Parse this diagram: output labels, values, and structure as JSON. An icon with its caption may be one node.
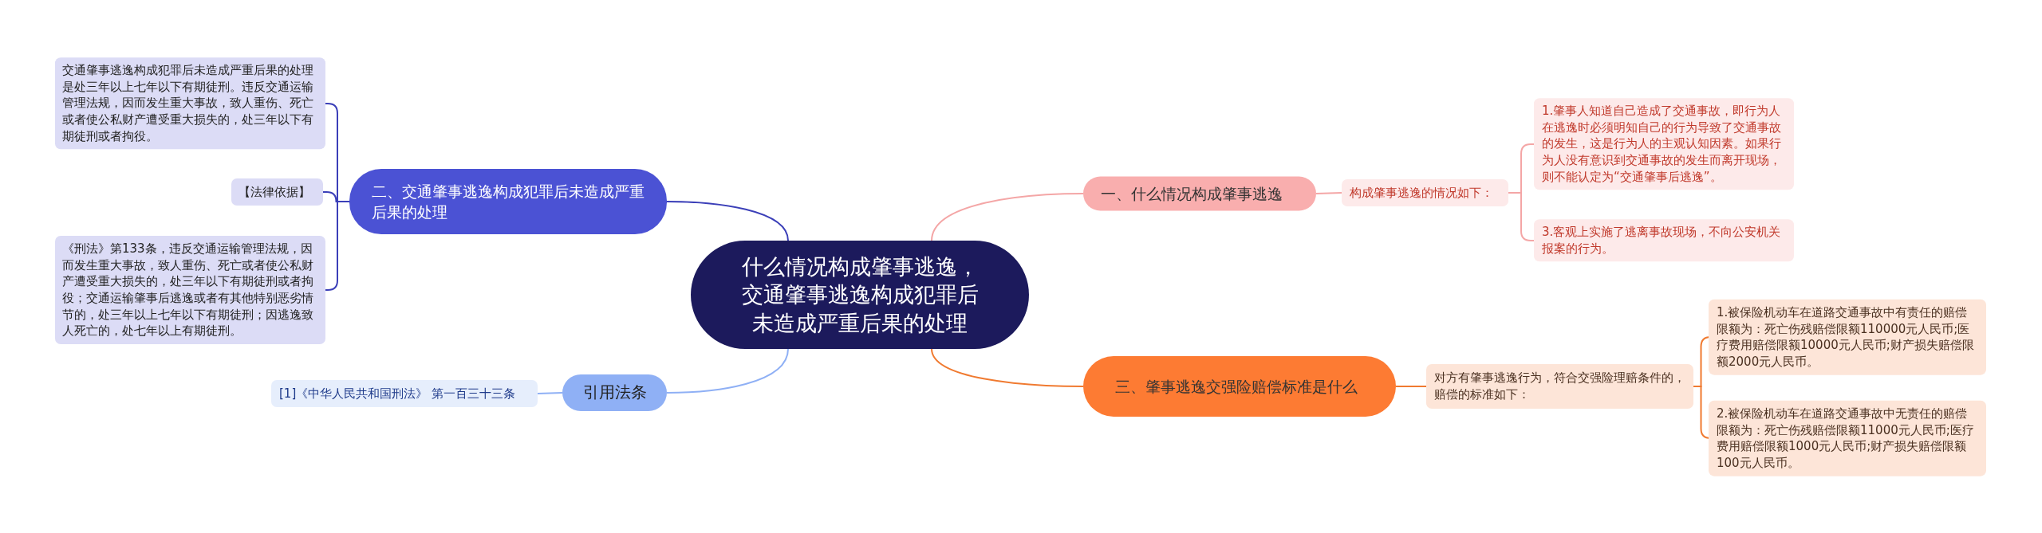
{
  "diagram": {
    "nodes": [
      {
        "text": [
          "什么情况构成肇事逃逸，交通肇事逃逸构成犯罪后未造成严重后果的处理"
        ]
      },
      {
        "text": [
          "二、交通肇事逃逸构成犯罪后未造成严重后果的处理"
        ]
      },
      {
        "text": [
          "交通肇事逃逸构成犯罪后未造成严重后果的处理是处三年以上七年以下有期徒刑。违反交通运输管理法规，因而发生重大事故，致人重伤、死亡或者使公私财产遭受重大损失的，处三年以下有期徒刑或者拘役。"
        ]
      },
      {
        "text": [
          "【法律依据】"
        ]
      },
      {
        "text": [
          "《刑法》第133条，违反交通运输管理法规，因而发生重大事故，致人重伤、死亡或者使公私财产遭受重大损失的，处三年以下有期徒刑或者拘役；交通运输肇事后逃逸或者有其他特别恶劣情节的，处三年以上七年以下有期徒刑；因逃逸致人死亡的，处七年以上有期徒刑。"
        ]
      },
      {
        "text": [
          "引用法条"
        ]
      },
      {
        "text": [
          "[1]《中华人民共和国刑法》 第一百三十三条"
        ]
      },
      {
        "text": [
          "一、什么情况构成肇事逃逸"
        ]
      },
      {
        "text": [
          "构成肇事逃逸的情况如下："
        ]
      },
      {
        "text": [
          "1.肇事人知道自己造成了交通事故，即行为人在逃逸时必须明知自己的行为导致了交通事故的发生，这是行为人的主观认知因素。如果行为人没有意识到交通事故的发生而离开现场，则不能认定为“交通肇事后逃逸”。"
        ]
      },
      {
        "text": [
          "3.客观上实施了逃离事故现场，不向公安机关报案的行为。"
        ]
      },
      {
        "text": [
          "三、肇事逃逸交强险赔偿标准是什么"
        ]
      },
      {
        "text": [
          "对方有肇事逃逸行为，符合交强险理赔条件的，赔偿的标准如下："
        ]
      },
      {
        "text": [
          "1.被保险机动车在道路交通事故中有责任的赔偿限额为：死亡伤残赔偿限额110000元人民币;医疗费用赔偿限额10000元人民币;财产损失赔偿限额2000元人民币。"
        ]
      },
      {
        "text": [
          "2.被保险机动车在道路交通事故中无责任的赔偿限额为：死亡伤残赔偿限额11000元人民币;医疗费用赔偿限额1000元人民币;财产损失赔偿限额100元人民币。"
        ]
      }
    ],
    "edges": [
      {
        "from": 0,
        "to": 1,
        "arrow": "none",
        "color": "#3b3fb8"
      },
      {
        "from": 1,
        "to": 2,
        "arrow": "none",
        "color": "#3b3fb8"
      },
      {
        "from": 1,
        "to": 3,
        "arrow": "none",
        "color": "#3b3fb8"
      },
      {
        "from": 1,
        "to": 4,
        "arrow": "none",
        "color": "#3b3fb8"
      },
      {
        "from": 0,
        "to": 5,
        "arrow": "none",
        "color": "#8fb0f5"
      },
      {
        "from": 5,
        "to": 6,
        "arrow": "none",
        "color": "#8fb0f5"
      },
      {
        "from": 0,
        "to": 7,
        "arrow": "none",
        "color": "#f4a6a6"
      },
      {
        "from": 7,
        "to": 8,
        "arrow": "none",
        "color": "#f4a6a6"
      },
      {
        "from": 8,
        "to": 9,
        "arrow": "none",
        "color": "#f4a6a6"
      },
      {
        "from": 8,
        "to": 10,
        "arrow": "none",
        "color": "#f4a6a6"
      },
      {
        "from": 0,
        "to": 11,
        "arrow": "none",
        "color": "#f07a30"
      },
      {
        "from": 11,
        "to": 12,
        "arrow": "none",
        "color": "#f07a30"
      },
      {
        "from": 12,
        "to": 13,
        "arrow": "none",
        "color": "#f07a30"
      },
      {
        "from": 12,
        "to": 14,
        "arrow": "none",
        "color": "#f07a30"
      }
    ]
  }
}
